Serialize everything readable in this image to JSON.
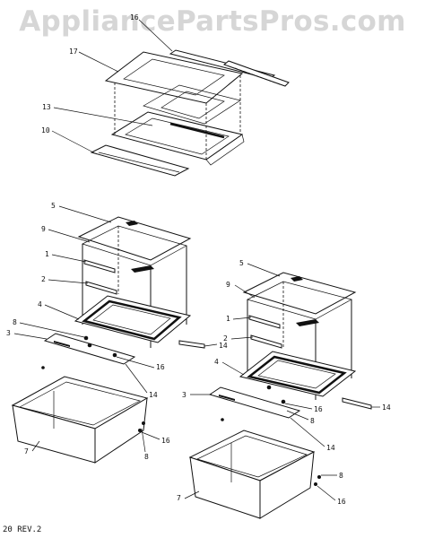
{
  "watermark": "AppliancePartsPros.com",
  "footer_text": "20 REV.2",
  "labels": {
    "l16_top": "16",
    "l17": "17",
    "l13": "13",
    "l10": "10",
    "l5_left": "5",
    "l9_left": "9",
    "l1_left": "1",
    "l2_left": "2",
    "l4_left": "4",
    "l8_left_a": "8",
    "l3_left": "3",
    "l14_left_a": "14",
    "l16_left": "16",
    "l14_left_b": "14",
    "l7_left": "7",
    "l16_left_b": "16",
    "l8_left_b": "8",
    "l5_right": "5",
    "l9_right": "9",
    "l1_right": "1",
    "l2_right": "2",
    "l4_right": "4",
    "l14_right_a": "14",
    "l3_right": "3",
    "l16_right_a": "16",
    "l8_right_a": "8",
    "l14_right_b": "14",
    "l7_right": "7",
    "l8_right_b": "8",
    "l16_right_b": "16"
  }
}
